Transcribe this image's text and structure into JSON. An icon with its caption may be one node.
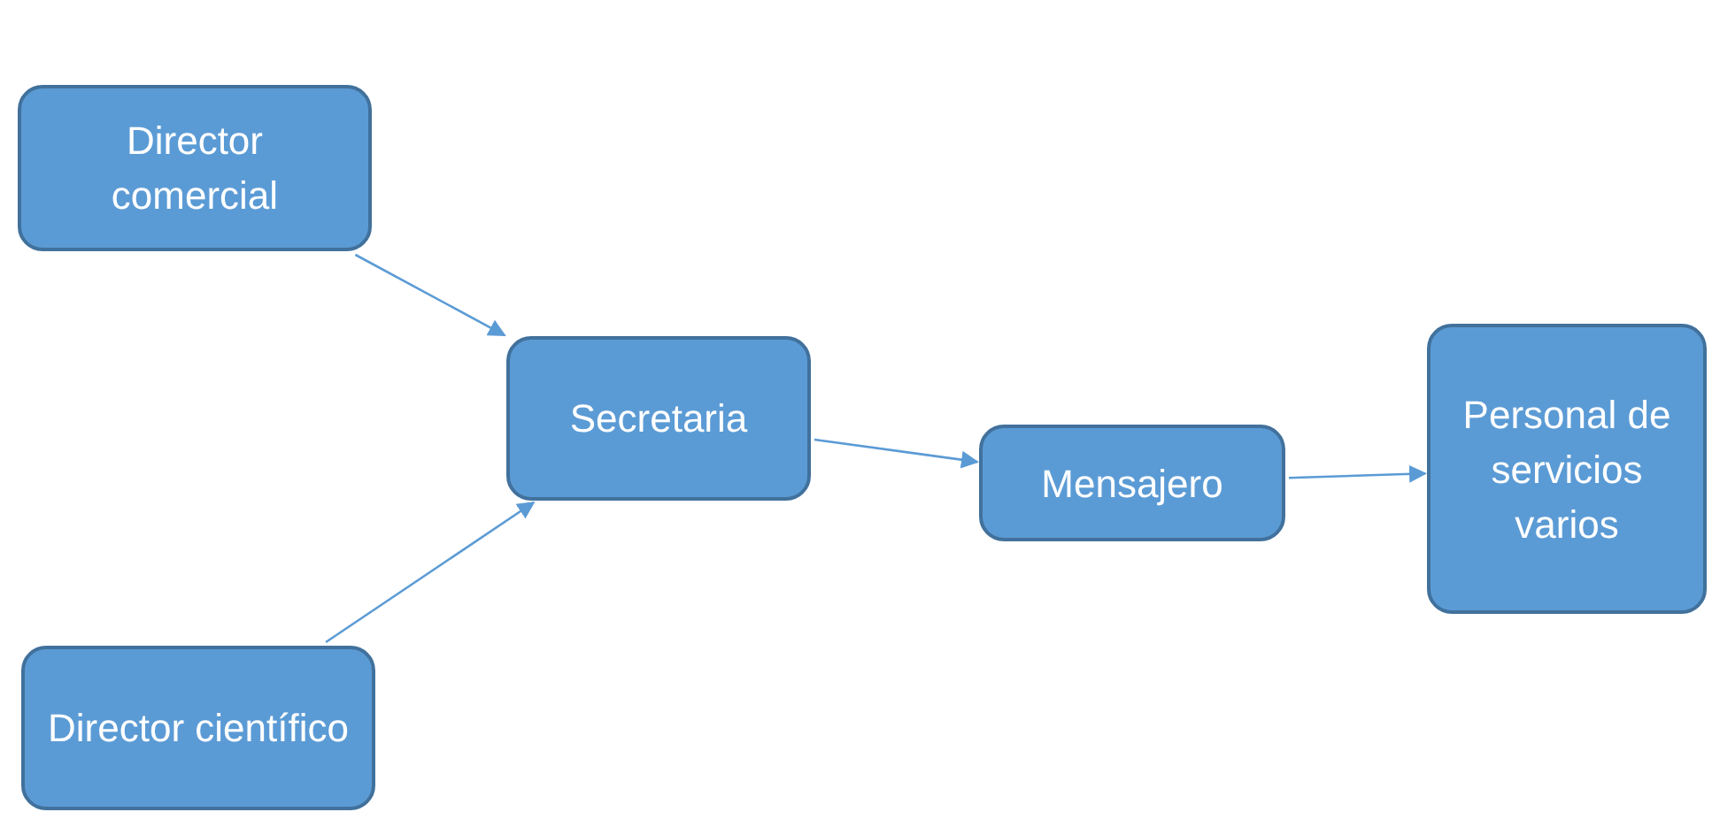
{
  "diagram": {
    "nodes": [
      {
        "text": [
          "Director comercial"
        ]
      },
      {
        "text": [
          "Director científico"
        ]
      },
      {
        "text": [
          "Secretaria"
        ]
      },
      {
        "text": [
          "Mensajero"
        ]
      },
      {
        "text": [
          "Personal de servicios varios"
        ]
      }
    ],
    "edges": [
      {
        "from": 0,
        "to": 2,
        "arrow": "to"
      },
      {
        "from": 1,
        "to": 2,
        "arrow": "to"
      },
      {
        "from": 2,
        "to": 3,
        "arrow": "to"
      },
      {
        "from": 3,
        "to": 4,
        "arrow": "to"
      }
    ]
  }
}
